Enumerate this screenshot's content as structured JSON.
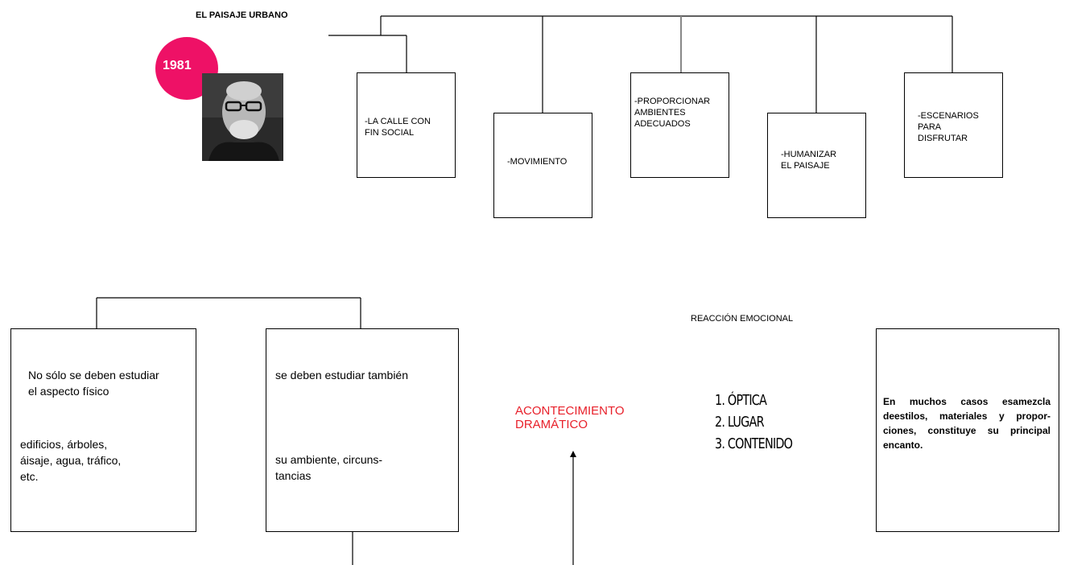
{
  "title": "EL PAISAJE URBANO",
  "year_badge": "1981",
  "portrait": {
    "icon": "portrait-photo-icon"
  },
  "top_boxes": [
    {
      "text": "-LA CALLE CON\nFIN SOCIAL"
    },
    {
      "text": "-MOVIMIENTO"
    },
    {
      "text": "-PROPORCIONAR\n AMBIENTES\n ADECUADOS"
    },
    {
      "text": "-HUMANIZAR\nEL PAISAJE"
    },
    {
      "text": "-ESCENARIOS\nPARA\nDISFRUTAR"
    }
  ],
  "box_left": {
    "line1": "No sólo se deben estudiar\nel aspecto físico",
    "line2": "edificios,  árboles,\náisaje, agua, tráfico,\netc."
  },
  "box_middle": {
    "line1": "se deben estudiar también",
    "line2": "su ambiente, circuns-\ntancias"
  },
  "dramatic": "ACONTECIMIENTO\nDRAMÁTICO",
  "reaction_label": "REACCIÓN EMOCIONAL",
  "reaction_list": [
    "1. ÓPTICA",
    "2. LUGAR",
    "3. CONTENIDO"
  ],
  "box_right": "En muchos casos esamezcla deestilos, materiales y propor-ciones, constituye su principal encanto.",
  "colors": {
    "badge": "#ee1166",
    "dramatic_text": "#e8202a",
    "line": "#000000"
  }
}
